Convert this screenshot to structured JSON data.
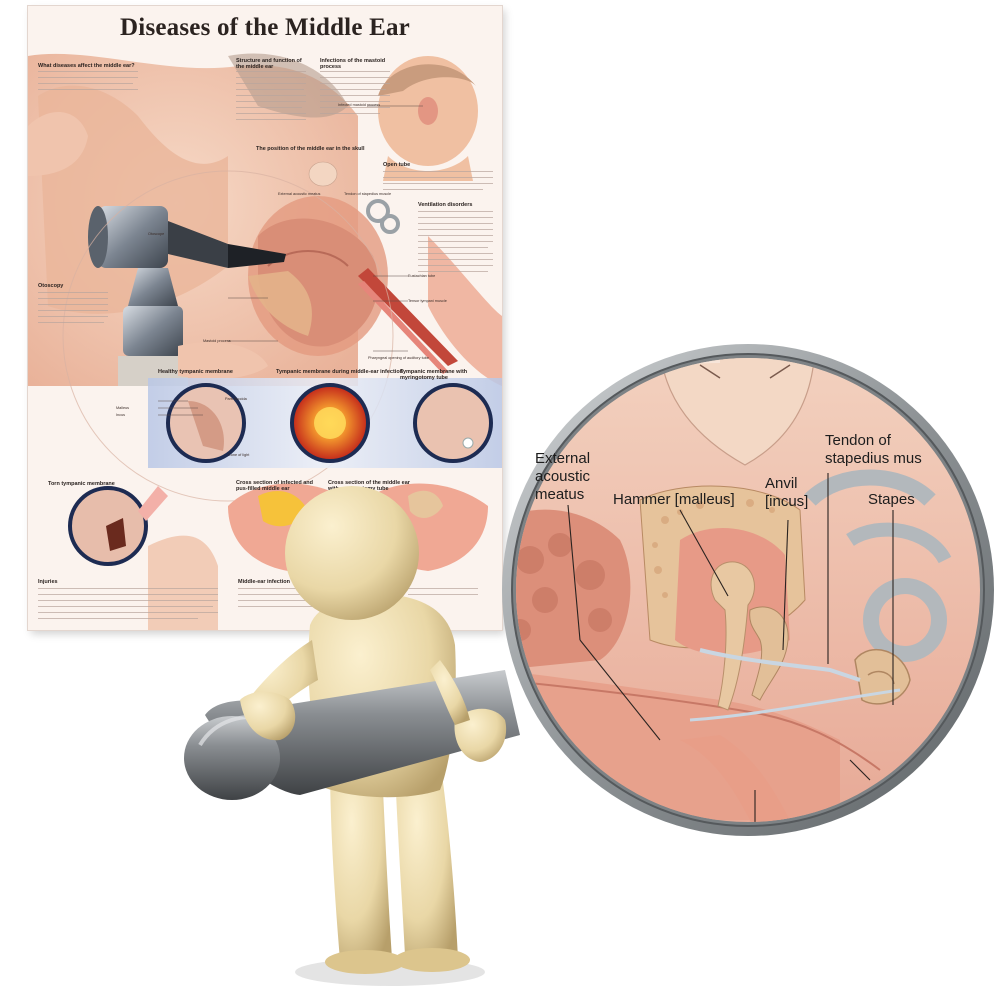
{
  "poster": {
    "title": "Diseases of the Middle Ear",
    "sections": {
      "what_diseases": "What diseases affect the middle ear?",
      "structure": "Structure and function of the middle ear",
      "infections_mastoid": "Infections of the mastoid process",
      "position": "The position of the middle ear in the skull",
      "open_tube": "Open tube",
      "ventilation": "Ventilation disorders",
      "otoscopy": "Otoscopy",
      "healthy_membrane": "Healthy tympanic membrane",
      "membrane_infection": "Tympanic membrane during middle-ear infection",
      "membrane_tube": "Tympanic membrane with myringotomy tube",
      "torn_membrane": "Torn tympanic membrane",
      "cross_section_infected": "Cross section of infected and pus-filled middle ear",
      "cross_section_tube": "Cross section of the middle ear with myringotomy tube",
      "injuries": "Injuries",
      "middle_ear_infection": "Middle-ear infection"
    },
    "small_labels": {
      "otoscope": "Otoscope",
      "infected_mastoid": "Infected mastoid process",
      "external_meatus": "External acoustic meatus",
      "tendon": "Tendon of stapedius muscle",
      "mastoid_process": "Mastoid process",
      "eustachian": "Eustachian tube",
      "tensor": "Tensor tympani muscle",
      "pharyngeal": "Pharyngeal opening of auditory tube",
      "pars_flaccida": "Pars flaccida",
      "malleus": "Malleus",
      "incus": "Incus",
      "cone_light": "Cone of light"
    }
  },
  "magnifier": {
    "labels": {
      "external_acoustic_meatus": "External\nacoustic\nmeatus",
      "hammer": "Hammer [malleus]",
      "anvil": "Anvil\n[incus]",
      "tendon": "Tendon of\nstapedius mus",
      "stapes": "Stapes"
    }
  },
  "colors": {
    "poster_bg": "#fbf3ee",
    "skin": "#f1c7b0",
    "tissue": "#e8a58e",
    "bone": "#e7c39a",
    "lens_rim": "#8f9496",
    "figure": "#efe0b2",
    "handle": "#6c6f72"
  }
}
